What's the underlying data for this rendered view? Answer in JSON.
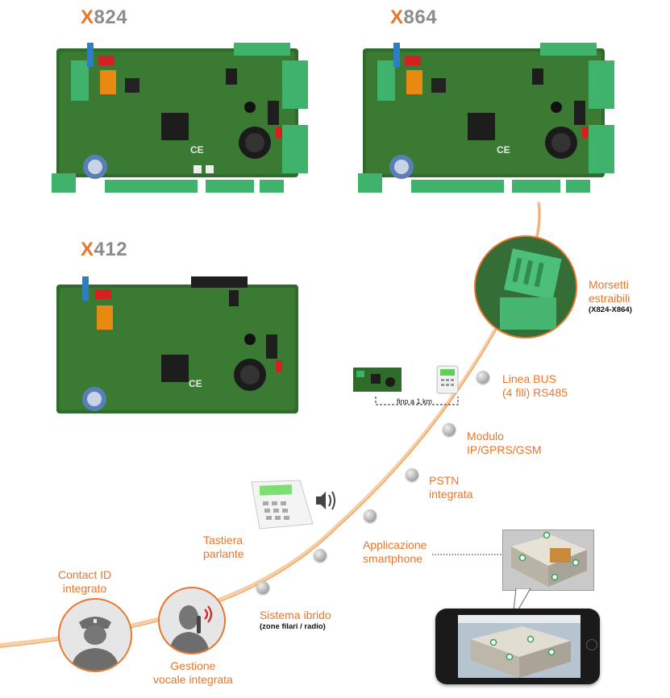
{
  "boards": [
    {
      "x": "X",
      "number": "824"
    },
    {
      "x": "X",
      "number": "864"
    },
    {
      "x": "X",
      "number": "412"
    }
  ],
  "features": {
    "morsetti": {
      "line1": "Morsetti",
      "line2": "estraibili",
      "sub": "(X824-X864)"
    },
    "bus": {
      "line1": "Linea BUS",
      "line2": "(4 fili) RS485"
    },
    "modulo": {
      "line1": "Modulo",
      "line2": "IP/GPRS/GSM"
    },
    "pstn": {
      "line1": "PSTN",
      "line2": "integrata"
    },
    "app": {
      "line1": "Applicazione",
      "line2": "smartphone"
    },
    "tastiera": {
      "line1": "Tastiera",
      "line2": "parlante"
    },
    "contact": {
      "line1": "Contact ID",
      "line2": "integrato"
    },
    "sistema": {
      "line1": "Sistema ibrido",
      "sub": "(zone filari / radio)"
    },
    "gestione": {
      "line1": "Gestione",
      "line2": "vocale integrata"
    }
  },
  "distance_label": "fino a 1 km",
  "colors": {
    "accent": "#e9762b",
    "pcb": "#2f6b2a",
    "terminal": "#3fb36b",
    "grey": "#8c8c8c"
  }
}
